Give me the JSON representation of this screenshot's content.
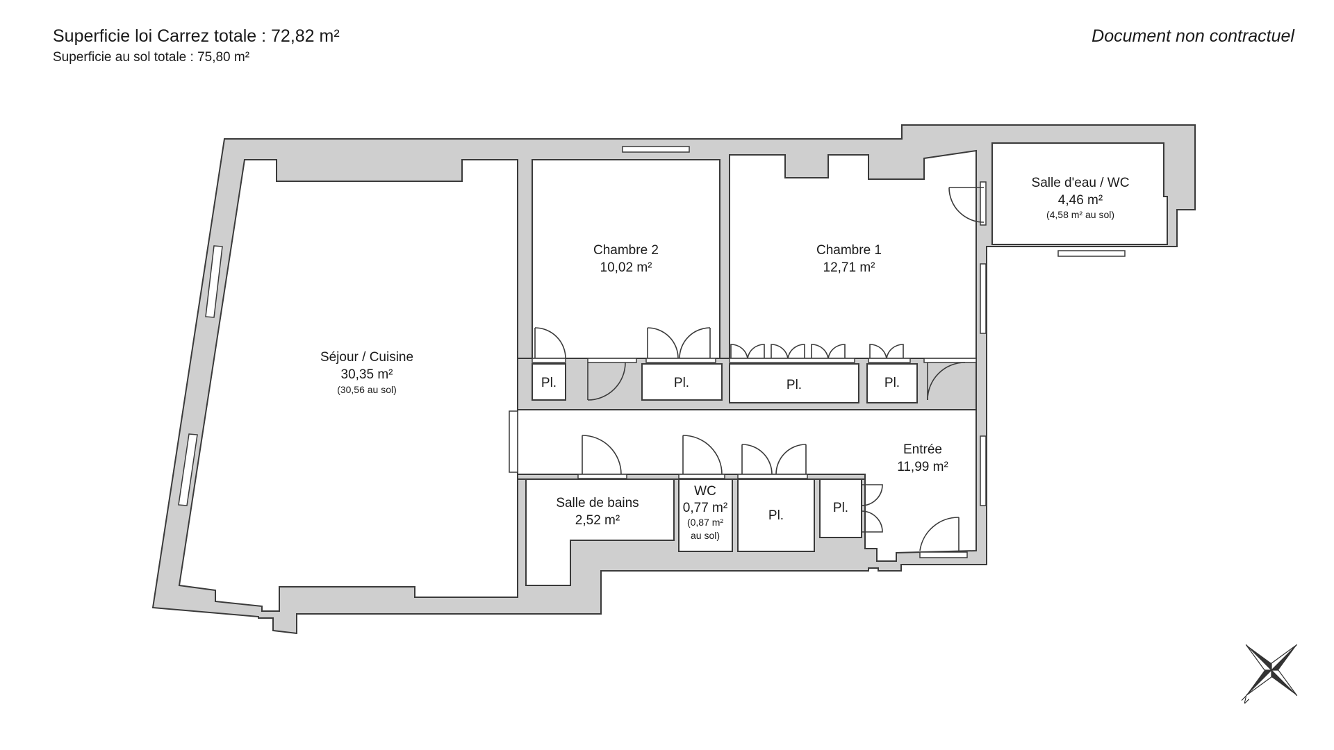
{
  "header": {
    "total_carrez": "Superficie loi Carrez totale :  72,82 m²",
    "total_sol": "Superficie au sol totale :  75,80 m²",
    "disclaimer": "Document non contractuel"
  },
  "rooms": {
    "sejour": {
      "name": "Séjour / Cuisine",
      "area": "30,35 m²",
      "note": "(30,56 au sol)"
    },
    "chambre2": {
      "name": "Chambre 2",
      "area": "10,02 m²"
    },
    "chambre1": {
      "name": "Chambre 1",
      "area": "12,71 m²"
    },
    "salle_eau": {
      "name": "Salle d'eau / WC",
      "area": "4,46 m²",
      "note": "(4,58 m² au sol)"
    },
    "entree": {
      "name": "Entrée",
      "area": "11,99 m²"
    },
    "salle_bains": {
      "name": "Salle de bains",
      "area": "2,52 m²"
    },
    "wc": {
      "name": "WC",
      "area": "0,77 m²",
      "note1": "(0,87 m²",
      "note2": "au sol)"
    }
  },
  "closet_label": "Pl.",
  "compass": {
    "north_label": "N"
  }
}
